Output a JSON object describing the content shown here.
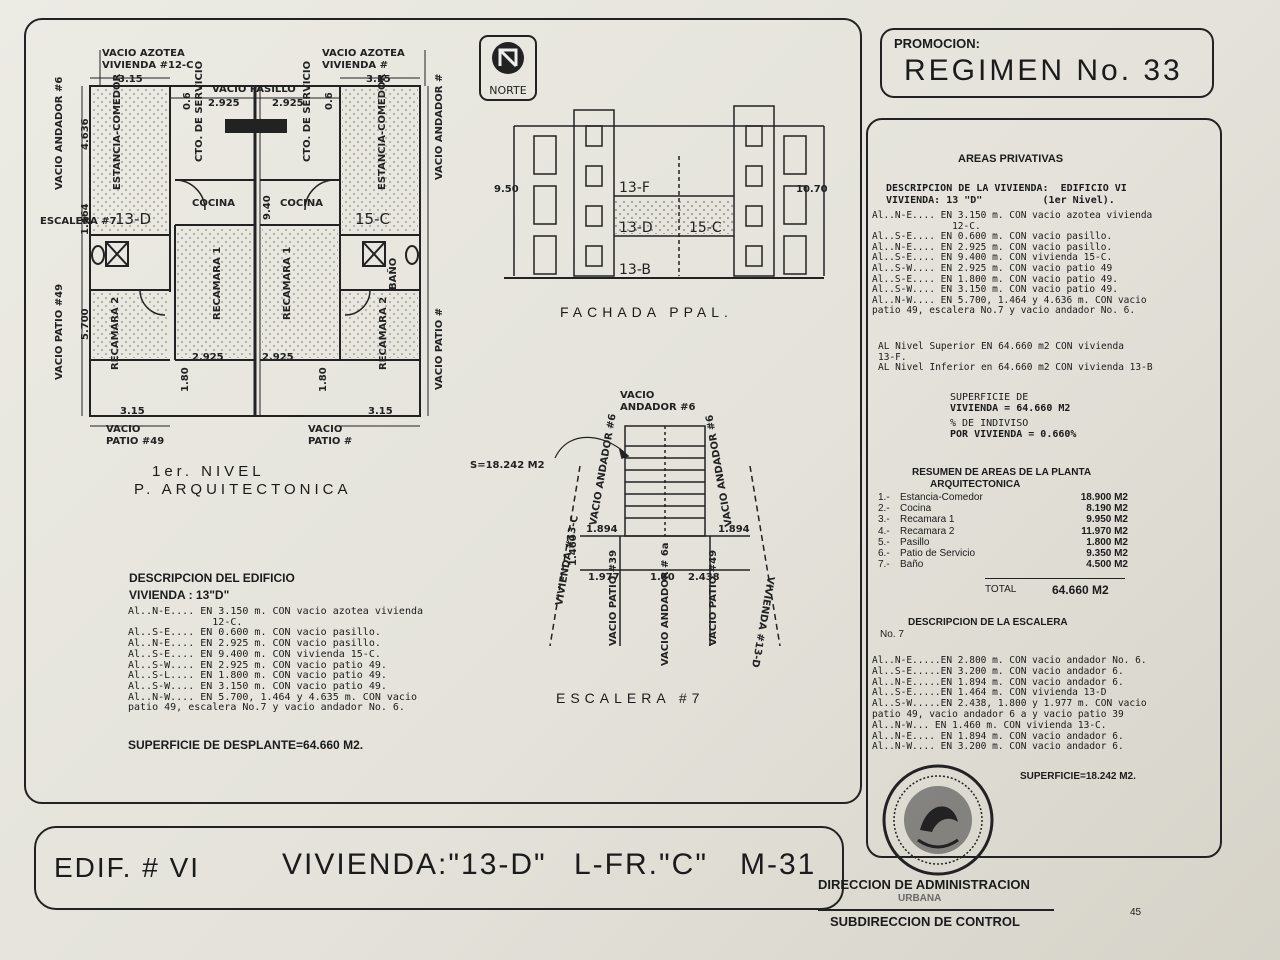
{
  "header": {
    "promocion_label": "PROMOCION:",
    "regimen": "REGIMEN No. 33",
    "norte": "NORTE"
  },
  "plan": {
    "labels_top_left": [
      "VACIO AZOTEA",
      "VIVIENDA #12-C"
    ],
    "labels_top_right": [
      "VACIO AZOTEA",
      "VIVIENDA #"
    ],
    "vacio_pasillo": "VACIO PASILLO",
    "dims": {
      "d315": "3.15",
      "d2925": "2.925",
      "d06": "0.6",
      "d4636": "4.636",
      "d940": "9.40",
      "d1464": "1.464",
      "d5700": "5.700",
      "d180": "1.80"
    },
    "rooms": {
      "estancia": "ESTANCIA-COMEDOR",
      "cto_servicio": "CTO. DE SERVICIO",
      "cocina": "COCINA",
      "recamara1": "RECAMARA 1",
      "recamara2": "RECAMARA 2",
      "bano": "BAÑO",
      "unit_left": "13-D",
      "unit_right": "15-C"
    },
    "side_labels": {
      "vacio_andador_left": "VACIO ANDADOR #6",
      "vacio_andador_right": "VACIO ANDADOR #",
      "escalera": "ESCALERA #7",
      "vacio_patio_left": "VACIO PATIO #49",
      "vacio_patio_right": "VACIO PATIO #",
      "bottom_left": [
        "VACIO",
        "PATIO #49"
      ],
      "bottom_right": [
        "VACIO",
        "PATIO #"
      ]
    },
    "title_line1": "1er. NIVEL",
    "title_line2": "P. ARQUITECTONICA"
  },
  "facade": {
    "units": [
      "13-F",
      "13-D",
      "15-C",
      "13-B"
    ],
    "left_height": "9.50",
    "right_height": "10.70",
    "title": "FACHADA PPAL."
  },
  "stair": {
    "area": "S=18.242 M2",
    "top_label": [
      "VACIO",
      "ANDADOR #6"
    ],
    "andador_left": "VACIO ANDADOR #6",
    "andador_right": "VACIO ANDADOR #6",
    "viv_left": "VIVIENDA #13-C",
    "viv_right": "VIVIENDA #13-D",
    "dims": [
      "1.894",
      "1.894",
      "1.460",
      "1.977",
      "1.80",
      "2.438"
    ],
    "patio_left": "VACIO PATIO #39",
    "andador_mid": "VACIO ANDADOR # 6a",
    "patio_right": "VACIO PATIO #49",
    "title": "ESCALERA #7"
  },
  "building_desc": {
    "title": "DESCRIPCION DEL EDIFICIO",
    "vivienda": "VIVIENDA : 13\"D\"",
    "lines": [
      "Al..N-E.... EN 3.150 m. CON vacio azotea vivienda",
      "              12-C.",
      "Al..S-E.... EN 0.600 m. CON vacio pasillo.",
      "Al..N-E.... EN 2.925 m. CON vacio pasillo.",
      "Al..S-E.... EN 9.400 m. CON vivienda 15-C.",
      "Al..S-W.... EN 2.925 m. CON vacio patio 49.",
      "Al..S-L.... EN 1.800 m. CON vacio patio 49.",
      "Al..S-W.... EN 3.150 m. CON vacio patio 49.",
      "Al..N-W.... EN 5.700, 1.464 y 4.635 m. CON vacio",
      "patio 49, escalera No.7 y vacio andador No. 6."
    ],
    "superficie": "SUPERFICIE DE DESPLANTE=64.660 M2."
  },
  "right_panel": {
    "areas_title": "AREAS PRIVATIVAS",
    "desc_title": "DESCRIPCION DE LA VIVIENDA:  EDIFICIO VI",
    "desc_sub": "VIVIENDA: 13 \"D\"          (1er Nivel).",
    "lines": [
      "Al..N-E.... EN 3.150 m. CON vacio azotea vivienda",
      "              12-C.",
      "Al..S-E.... EN 0.600 m. CON vacio pasillo.",
      "Al..N-E.... EN 2.925 m. CON vacio pasillo.",
      "Al..S-E.... EN 9.400 m. CON vivienda 15-C.",
      "Al..S-W.... EN 2.925 m. CON vacio patio 49",
      "Al..S-E.... EN 1.800 m. CON vacio patio 49.",
      "Al..S-W.... EN 3.150 m. CON vacio patio 49.",
      "Al..N-W.... EN 5.700, 1.464 y 4.636 m. CON vacio",
      "patio 49, escalera No.7 y vacio andador No. 6."
    ],
    "nivel_sup": "AL Nivel Superior EN 64.660 m2 CON vivienda",
    "nivel_sup2": "13-F.",
    "nivel_inf": "AL Nivel Inferior en 64.660 m2 CON vivienda 13-B",
    "superficie_label": "SUPERFICIE DE",
    "superficie_val": "VIVIENDA = 64.660 M2",
    "indiviso_label": "% DE INDIVISO",
    "indiviso_val": "POR VIVIENDA = 0.660%",
    "resumen_title": "RESUMEN DE AREAS DE LA PLANTA",
    "resumen_sub": "ARQUITECTONICA",
    "areas": [
      {
        "n": "1.-",
        "name": "Estancia-Comedor",
        "val": "18.900 M2"
      },
      {
        "n": "2.-",
        "name": "Cocina",
        "val": "8.190 M2"
      },
      {
        "n": "3.-",
        "name": "Recamara 1",
        "val": "9.950 M2"
      },
      {
        "n": "4.-",
        "name": "Recamara 2",
        "val": "11.970 M2"
      },
      {
        "n": "5.-",
        "name": "Pasillo",
        "val": "1.800 M2"
      },
      {
        "n": "6.-",
        "name": "Patio de Servicio",
        "val": "9.350 M2"
      },
      {
        "n": "7.-",
        "name": "Baño",
        "val": "4.500 M2"
      }
    ],
    "total_label": "TOTAL",
    "total_val": "64.660 M2",
    "escalera_title": "DESCRIPCION DE LA ESCALERA",
    "escalera_no": "No. 7",
    "esc_lines": [
      "Al..N-E.....EN 2.800 m. CON vacio andador No. 6.",
      "Al..S-E.....EN 3.200 m. CON vacio andador 6.",
      "Al..N-E.....EN 1.894 m. CON vacio andador 6.",
      "Al..S-E.....EN 1.464 m. CON vivienda 13-D",
      "Al..S-W.....EN 2.438, 1.800 y 1.977 m. CON vacio",
      "patio 49, vacio andador 6 a y vacio patio 39",
      "Al..N-W... EN 1.460 m. CON vivienda 13-C.",
      "Al..N-E.... EN 1.894 m. CON vacio andador 6.",
      "Al..N-W.... EN 3.200 m. CON vacio andador 6."
    ],
    "esc_superficie": "SUPERFICIE=18.242 M2."
  },
  "footer": {
    "edif": "EDIF. # VI",
    "vivienda": "VIVIENDA:\"13-D\"",
    "lote": "L-FR.\"C\"",
    "manzana": "M-31",
    "direccion": "DIRECCION DE ADMINISTRACION",
    "urbana": "URBANA",
    "subdireccion": "SUBDIRECCION DE CONTROL",
    "page": "45"
  }
}
